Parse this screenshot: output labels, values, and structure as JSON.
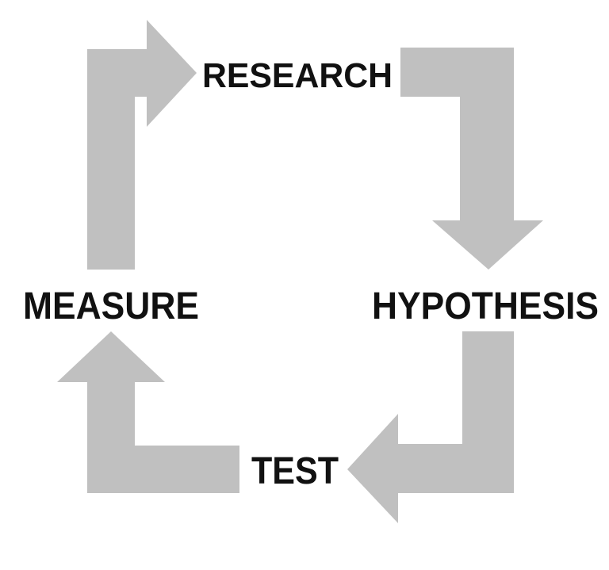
{
  "diagram": {
    "stages": [
      {
        "id": "research",
        "label": "RESEARCH"
      },
      {
        "id": "hypothesis",
        "label": "HYPOTHESIS"
      },
      {
        "id": "test",
        "label": "TEST"
      },
      {
        "id": "measure",
        "label": "MEASURE"
      }
    ],
    "arrow_color": "#c0c0c0",
    "label_color": "#111111",
    "flow": "clockwise"
  }
}
